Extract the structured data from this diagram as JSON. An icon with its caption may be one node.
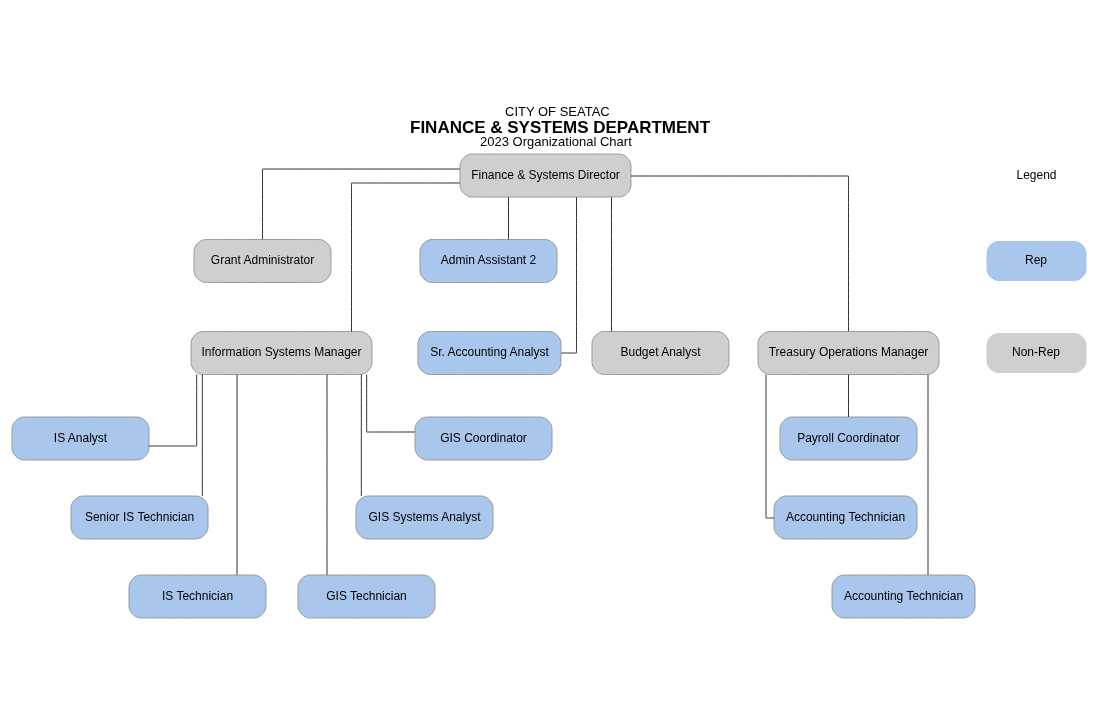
{
  "diagram": {
    "title": "FINANCE & SYSTEMS DEPARTMENT",
    "nodes": [
      {
        "text": [
          "Finance & Systems Director"
        ]
      },
      {
        "text": [
          "Grant Administrator"
        ]
      },
      {
        "text": [
          "Admin Assistant 2"
        ]
      },
      {
        "text": [
          "Information Systems Manager"
        ]
      },
      {
        "text": [
          "Budget Analyst"
        ]
      },
      {
        "text": [
          "Sr. Accounting Analyst"
        ]
      },
      {
        "text": [
          "Treasury Operations Manager"
        ]
      },
      {
        "text": [
          "GIS Coordinator"
        ]
      },
      {
        "text": [
          "IS Analyst"
        ]
      },
      {
        "text": [
          "GIS Systems Analyst"
        ]
      },
      {
        "text": [
          "Senior IS Technician"
        ]
      },
      {
        "text": [
          "GIS Technician"
        ]
      },
      {
        "text": [
          "IS Technician"
        ]
      },
      {
        "text": [
          "Payroll Coordinator"
        ]
      },
      {
        "text": [
          "Accounting Technician"
        ]
      },
      {
        "text": [
          "Accounting Technician"
        ]
      }
    ],
    "edges": [
      {
        "from": 0,
        "to": 1,
        "arrow": "none"
      },
      {
        "from": 0,
        "to": 2,
        "arrow": "none"
      },
      {
        "from": 0,
        "to": 3,
        "arrow": "none"
      },
      {
        "from": 0,
        "to": 4,
        "arrow": "none"
      },
      {
        "from": 0,
        "to": 5,
        "arrow": "none"
      },
      {
        "from": 0,
        "to": 6,
        "arrow": "none"
      },
      {
        "from": 3,
        "to": 7,
        "arrow": "none"
      },
      {
        "from": 3,
        "to": 8,
        "arrow": "none"
      },
      {
        "from": 3,
        "to": 9,
        "arrow": "none"
      },
      {
        "from": 3,
        "to": 10,
        "arrow": "none"
      },
      {
        "from": 3,
        "to": 11,
        "arrow": "none"
      },
      {
        "from": 3,
        "to": 12,
        "arrow": "none"
      },
      {
        "from": 6,
        "to": 13,
        "arrow": "none"
      },
      {
        "from": 6,
        "to": 14,
        "arrow": "none"
      },
      {
        "from": 6,
        "to": 15,
        "arrow": "none"
      }
    ],
    "labels": [
      "CITY OF SEATAC",
      "2023 Organizational Chart",
      "Legend"
    ],
    "legend": [
      {
        "text": "Rep",
        "color": "#a9c6ec"
      },
      {
        "text": "Non-Rep",
        "color": "#cfcfcf"
      }
    ]
  }
}
